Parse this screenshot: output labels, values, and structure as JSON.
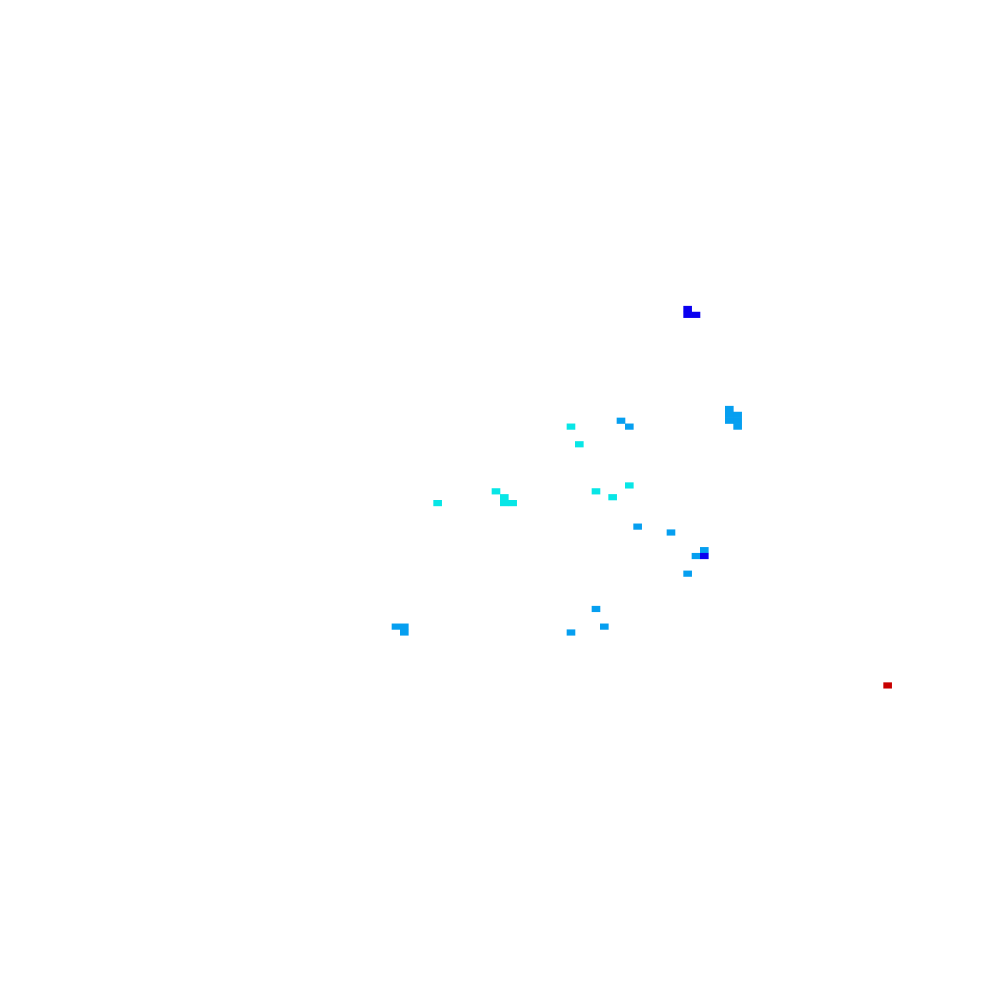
{
  "chart_data": {
    "type": "heatmap",
    "title": "",
    "xlabel": "",
    "ylabel": "",
    "grid_cols": 120,
    "grid_rows": 170,
    "colormap": {
      "0.1": "#0a00f0",
      "0.35": "#069ff0",
      "0.45": "#08e6e6",
      "1.0": "#c80000"
    },
    "cells": [
      {
        "col": 82,
        "row": 52,
        "value": 0.1
      },
      {
        "col": 82,
        "row": 53,
        "value": 0.1
      },
      {
        "col": 83,
        "row": 53,
        "value": 0.1
      },
      {
        "col": 87,
        "row": 69,
        "value": 0.35
      },
      {
        "col": 87,
        "row": 70,
        "value": 0.35
      },
      {
        "col": 87,
        "row": 71,
        "value": 0.35
      },
      {
        "col": 88,
        "row": 70,
        "value": 0.35
      },
      {
        "col": 88,
        "row": 71,
        "value": 0.35
      },
      {
        "col": 88,
        "row": 72,
        "value": 0.35
      },
      {
        "col": 74,
        "row": 71,
        "value": 0.35
      },
      {
        "col": 75,
        "row": 72,
        "value": 0.35
      },
      {
        "col": 68,
        "row": 72,
        "value": 0.45
      },
      {
        "col": 69,
        "row": 75,
        "value": 0.45
      },
      {
        "col": 52,
        "row": 85,
        "value": 0.45
      },
      {
        "col": 59,
        "row": 83,
        "value": 0.45
      },
      {
        "col": 60,
        "row": 84,
        "value": 0.45
      },
      {
        "col": 60,
        "row": 85,
        "value": 0.45
      },
      {
        "col": 61,
        "row": 85,
        "value": 0.45
      },
      {
        "col": 71,
        "row": 83,
        "value": 0.45
      },
      {
        "col": 75,
        "row": 82,
        "value": 0.45
      },
      {
        "col": 73,
        "row": 84,
        "value": 0.45
      },
      {
        "col": 76,
        "row": 89,
        "value": 0.35
      },
      {
        "col": 80,
        "row": 90,
        "value": 0.35
      },
      {
        "col": 84,
        "row": 93,
        "value": 0.35
      },
      {
        "col": 83,
        "row": 94,
        "value": 0.35
      },
      {
        "col": 84,
        "row": 94,
        "value": 0.1
      },
      {
        "col": 82,
        "row": 97,
        "value": 0.35
      },
      {
        "col": 71,
        "row": 103,
        "value": 0.35
      },
      {
        "col": 72,
        "row": 106,
        "value": 0.35
      },
      {
        "col": 68,
        "row": 107,
        "value": 0.35
      },
      {
        "col": 47,
        "row": 106,
        "value": 0.35
      },
      {
        "col": 48,
        "row": 106,
        "value": 0.35
      },
      {
        "col": 48,
        "row": 107,
        "value": 0.35
      },
      {
        "col": 106,
        "row": 116,
        "value": 1.0
      }
    ]
  }
}
